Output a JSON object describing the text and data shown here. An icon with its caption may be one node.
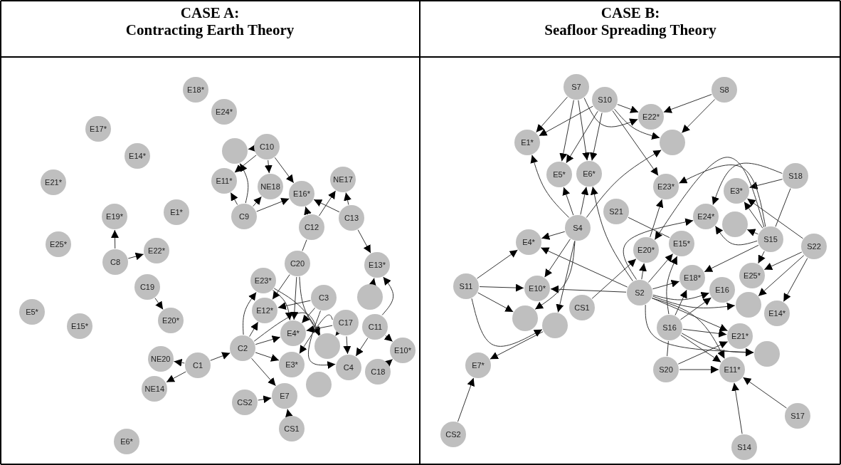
{
  "diagram": {
    "labels": [
      "CASE A:",
      "Contracting Earth Theory",
      "CASE B:",
      "Seafloor Spreading Theory"
    ],
    "nodes": [
      {
        "text": [
          "E18*"
        ]
      },
      {
        "text": [
          "E24*"
        ]
      },
      {
        "text": [
          "E17*"
        ]
      },
      {
        "text": [
          "C10"
        ]
      },
      {
        "text": [
          "E14*"
        ]
      },
      {
        "text": [
          "E11*"
        ]
      },
      {
        "text": [],
        "shape": "circle"
      },
      {
        "text": [
          "NE17"
        ]
      },
      {
        "text": [
          "E21*"
        ]
      },
      {
        "text": [
          "NE18"
        ]
      },
      {
        "text": [
          "E16*"
        ]
      },
      {
        "text": [
          "E1*"
        ]
      },
      {
        "text": [
          "C9"
        ]
      },
      {
        "text": [
          "E19*"
        ]
      },
      {
        "text": [
          "C13"
        ]
      },
      {
        "text": [
          "C12"
        ]
      },
      {
        "text": [
          "E25*"
        ]
      },
      {
        "text": [
          "E22*"
        ]
      },
      {
        "text": [
          "C8"
        ]
      },
      {
        "text": [
          "C20"
        ]
      },
      {
        "text": [
          "E13*"
        ]
      },
      {
        "text": [
          "E23*"
        ]
      },
      {
        "text": [
          "C19"
        ]
      },
      {
        "text": [
          "C3"
        ]
      },
      {
        "text": [
          "E5*"
        ]
      },
      {
        "text": [
          "E12*"
        ]
      },
      {
        "text": [
          "E20*"
        ]
      },
      {
        "text": [],
        "shape": "circle"
      },
      {
        "text": [
          "E15*"
        ]
      },
      {
        "text": [
          "E4*"
        ]
      },
      {
        "text": [
          "C17"
        ]
      },
      {
        "text": [
          "C11"
        ]
      },
      {
        "text": [],
        "shape": "circle"
      },
      {
        "text": [
          "C2"
        ]
      },
      {
        "text": [
          "E10*"
        ]
      },
      {
        "text": [
          "E3*"
        ]
      },
      {
        "text": [],
        "shape": "circle"
      },
      {
        "text": [
          "NE20"
        ]
      },
      {
        "text": [
          "C1"
        ]
      },
      {
        "text": [
          "C4"
        ]
      },
      {
        "text": [
          "E7"
        ]
      },
      {
        "text": [
          "C18"
        ]
      },
      {
        "text": [
          "NE14"
        ]
      },
      {
        "text": [
          "CS2"
        ]
      },
      {
        "text": [
          "CS1"
        ]
      },
      {
        "text": [
          "E6*"
        ]
      },
      {
        "text": [
          "S7"
        ]
      },
      {
        "text": [
          "S8"
        ]
      },
      {
        "text": [
          "S10"
        ]
      },
      {
        "text": [
          "E22*"
        ]
      },
      {
        "text": [],
        "shape": "circle"
      },
      {
        "text": [
          "E1*"
        ]
      },
      {
        "text": [
          "E5*"
        ]
      },
      {
        "text": [
          "E6*"
        ]
      },
      {
        "text": [
          "S18"
        ]
      },
      {
        "text": [
          "E23*"
        ]
      },
      {
        "text": [
          "E3*"
        ]
      },
      {
        "text": [
          "S21"
        ]
      },
      {
        "text": [
          "E24*"
        ]
      },
      {
        "text": [
          "S4"
        ]
      },
      {
        "text": [],
        "shape": "circle"
      },
      {
        "text": [
          "E15*"
        ]
      },
      {
        "text": [
          "S15"
        ]
      },
      {
        "text": [
          "E4*"
        ]
      },
      {
        "text": [
          "S22"
        ]
      },
      {
        "text": [
          "E20*"
        ]
      },
      {
        "text": [
          "E18*"
        ]
      },
      {
        "text": [
          "E25*"
        ]
      },
      {
        "text": [
          "E16"
        ]
      },
      {
        "text": [
          "S11"
        ]
      },
      {
        "text": [
          "S2"
        ]
      },
      {
        "text": [
          "E10*"
        ]
      },
      {
        "text": [],
        "shape": "circle"
      },
      {
        "text": [
          "E14*"
        ]
      },
      {
        "text": [],
        "shape": "circle"
      },
      {
        "text": [
          "CS1"
        ]
      },
      {
        "text": [],
        "shape": "circle"
      },
      {
        "text": [
          "S16"
        ]
      },
      {
        "text": [
          "E21*"
        ]
      },
      {
        "text": [],
        "shape": "circle"
      },
      {
        "text": [
          "E7*"
        ]
      },
      {
        "text": [
          "E11*"
        ]
      },
      {
        "text": [
          "S20"
        ]
      },
      {
        "text": [
          "S17"
        ]
      },
      {
        "text": [
          "CS2"
        ]
      },
      {
        "text": [
          "S14"
        ]
      }
    ],
    "edges": [
      {
        "from": 3,
        "to": 5,
        "arrow": "to"
      },
      {
        "from": 3,
        "to": 6,
        "arrow": "to"
      },
      {
        "from": 3,
        "to": 9,
        "arrow": "to"
      },
      {
        "from": 3,
        "to": 10,
        "arrow": "to"
      },
      {
        "from": 12,
        "to": 5,
        "arrow": "to"
      },
      {
        "from": 12,
        "to": 6,
        "arrow": "to"
      },
      {
        "from": 12,
        "to": 9,
        "arrow": "to"
      },
      {
        "from": 12,
        "to": 10,
        "arrow": "to"
      },
      {
        "from": 15,
        "to": 10,
        "arrow": "to"
      },
      {
        "from": 15,
        "to": 7,
        "arrow": "to"
      },
      {
        "from": 14,
        "to": 10,
        "arrow": "to"
      },
      {
        "from": 14,
        "to": 7,
        "arrow": "to"
      },
      {
        "from": 14,
        "to": 20,
        "arrow": "to"
      },
      {
        "from": 15,
        "to": 19,
        "arrow": "none"
      },
      {
        "from": 18,
        "to": 13,
        "arrow": "to"
      },
      {
        "from": 18,
        "to": 17,
        "arrow": "to"
      },
      {
        "from": 22,
        "to": 26,
        "arrow": "to"
      },
      {
        "from": 38,
        "to": 37,
        "arrow": "to"
      },
      {
        "from": 38,
        "to": 42,
        "arrow": "to"
      },
      {
        "from": 38,
        "to": 33,
        "arrow": "to"
      },
      {
        "from": 33,
        "to": 21,
        "arrow": "to"
      },
      {
        "from": 33,
        "to": 25,
        "arrow": "to"
      },
      {
        "from": 33,
        "to": 29,
        "arrow": "to"
      },
      {
        "from": 33,
        "to": 32,
        "arrow": "to"
      },
      {
        "from": 33,
        "to": 35,
        "arrow": "to"
      },
      {
        "from": 33,
        "to": 40,
        "arrow": "to"
      },
      {
        "from": 43,
        "to": 40,
        "arrow": "to"
      },
      {
        "from": 44,
        "to": 40,
        "arrow": "to"
      },
      {
        "from": 41,
        "to": 34,
        "arrow": "to"
      },
      {
        "from": 31,
        "to": 34,
        "arrow": "to"
      },
      {
        "from": 31,
        "to": 20,
        "arrow": "to"
      },
      {
        "from": 27,
        "to": 20,
        "arrow": "to"
      },
      {
        "from": 19,
        "to": 25,
        "arrow": "to"
      },
      {
        "from": 19,
        "to": 29,
        "arrow": "to"
      },
      {
        "from": 19,
        "to": 32,
        "arrow": "to"
      },
      {
        "from": 21,
        "to": 29,
        "arrow": "to"
      },
      {
        "from": 21,
        "to": 32,
        "arrow": "to"
      },
      {
        "from": 23,
        "to": 25,
        "arrow": "to"
      },
      {
        "from": 23,
        "to": 29,
        "arrow": "to"
      },
      {
        "from": 23,
        "to": 39,
        "arrow": "to"
      },
      {
        "from": 30,
        "to": 29,
        "arrow": "to"
      },
      {
        "from": 30,
        "to": 32,
        "arrow": "to"
      },
      {
        "from": 30,
        "to": 35,
        "arrow": "to"
      },
      {
        "from": 30,
        "to": 39,
        "arrow": "to"
      },
      {
        "from": 31,
        "to": 39,
        "arrow": "to"
      },
      {
        "from": 46,
        "to": 51,
        "arrow": "to"
      },
      {
        "from": 48,
        "to": 51,
        "arrow": "to"
      },
      {
        "from": 46,
        "to": 52,
        "arrow": "to"
      },
      {
        "from": 46,
        "to": 53,
        "arrow": "to"
      },
      {
        "from": 48,
        "to": 52,
        "arrow": "to"
      },
      {
        "from": 48,
        "to": 53,
        "arrow": "to"
      },
      {
        "from": 46,
        "to": 49,
        "arrow": "to"
      },
      {
        "from": 48,
        "to": 49,
        "arrow": "to"
      },
      {
        "from": 48,
        "to": 50,
        "arrow": "to"
      },
      {
        "from": 48,
        "to": 55,
        "arrow": "to"
      },
      {
        "from": 47,
        "to": 49,
        "arrow": "to"
      },
      {
        "from": 47,
        "to": 50,
        "arrow": "to"
      },
      {
        "from": 59,
        "to": 51,
        "arrow": "to"
      },
      {
        "from": 59,
        "to": 52,
        "arrow": "to"
      },
      {
        "from": 59,
        "to": 53,
        "arrow": "to"
      },
      {
        "from": 59,
        "to": 63,
        "arrow": "to"
      },
      {
        "from": 59,
        "to": 50,
        "arrow": "to"
      },
      {
        "from": 59,
        "to": 71,
        "arrow": "to"
      },
      {
        "from": 59,
        "to": 74,
        "arrow": "to"
      },
      {
        "from": 59,
        "to": 76,
        "arrow": "to"
      },
      {
        "from": 57,
        "to": 61,
        "arrow": "none"
      },
      {
        "from": 70,
        "to": 53,
        "arrow": "to"
      },
      {
        "from": 70,
        "to": 63,
        "arrow": "to"
      },
      {
        "from": 70,
        "to": 71,
        "arrow": "to"
      },
      {
        "from": 70,
        "to": 65,
        "arrow": "to"
      },
      {
        "from": 70,
        "to": 61,
        "arrow": "to"
      },
      {
        "from": 70,
        "to": 66,
        "arrow": "to"
      },
      {
        "from": 70,
        "to": 68,
        "arrow": "to"
      },
      {
        "from": 70,
        "to": 72,
        "arrow": "to"
      },
      {
        "from": 70,
        "to": 78,
        "arrow": "to"
      },
      {
        "from": 70,
        "to": 79,
        "arrow": "to"
      },
      {
        "from": 70,
        "to": 81,
        "arrow": "to"
      },
      {
        "from": 70,
        "to": 58,
        "arrow": "to"
      },
      {
        "from": 75,
        "to": 65,
        "arrow": "to"
      },
      {
        "from": 76,
        "to": 80,
        "arrow": "to"
      },
      {
        "from": 84,
        "to": 80,
        "arrow": "to"
      },
      {
        "from": 69,
        "to": 63,
        "arrow": "to"
      },
      {
        "from": 69,
        "to": 71,
        "arrow": "to"
      },
      {
        "from": 69,
        "to": 74,
        "arrow": "to"
      },
      {
        "from": 69,
        "to": 76,
        "arrow": "to"
      },
      {
        "from": 65,
        "to": 55,
        "arrow": "to"
      },
      {
        "from": 54,
        "to": 56,
        "arrow": "to"
      },
      {
        "from": 54,
        "to": 58,
        "arrow": "to"
      },
      {
        "from": 54,
        "to": 62,
        "arrow": "none"
      },
      {
        "from": 62,
        "to": 56,
        "arrow": "to"
      },
      {
        "from": 62,
        "to": 55,
        "arrow": "to"
      },
      {
        "from": 62,
        "to": 58,
        "arrow": "to"
      },
      {
        "from": 62,
        "to": 60,
        "arrow": "to"
      },
      {
        "from": 62,
        "to": 65,
        "arrow": "to"
      },
      {
        "from": 62,
        "to": 66,
        "arrow": "to"
      },
      {
        "from": 62,
        "to": 67,
        "arrow": "to"
      },
      {
        "from": 64,
        "to": 56,
        "arrow": "to"
      },
      {
        "from": 64,
        "to": 67,
        "arrow": "to"
      },
      {
        "from": 64,
        "to": 73,
        "arrow": "to"
      },
      {
        "from": 64,
        "to": 72,
        "arrow": "to"
      },
      {
        "from": 77,
        "to": 66,
        "arrow": "to"
      },
      {
        "from": 77,
        "to": 61,
        "arrow": "to"
      },
      {
        "from": 77,
        "to": 78,
        "arrow": "to"
      },
      {
        "from": 77,
        "to": 79,
        "arrow": "to"
      },
      {
        "from": 77,
        "to": 81,
        "arrow": "to"
      },
      {
        "from": 77,
        "to": 68,
        "arrow": "to"
      },
      {
        "from": 82,
        "to": 78,
        "arrow": "to"
      },
      {
        "from": 82,
        "to": 81,
        "arrow": "to"
      },
      {
        "from": 82,
        "to": 77,
        "arrow": "none"
      },
      {
        "from": 83,
        "to": 81,
        "arrow": "to"
      },
      {
        "from": 85,
        "to": 81,
        "arrow": "to"
      }
    ]
  }
}
